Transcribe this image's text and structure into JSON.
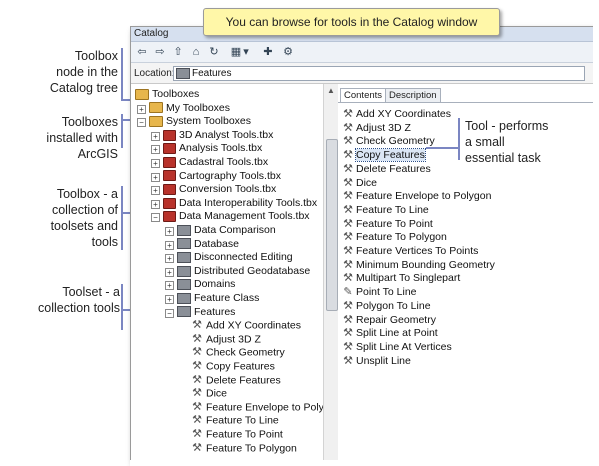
{
  "callout": "You can browse for tools in the Catalog window",
  "window": {
    "title": "Catalog"
  },
  "toolbar": {
    "icons": [
      "back-arrow-icon",
      "forward-arrow-icon",
      "up-folder-icon",
      "home-icon",
      "refresh-icon",
      "views-icon",
      "dropdown-arrow-icon",
      "connect-folder-icon",
      "options-icon"
    ]
  },
  "location": {
    "label": "Location:",
    "value": "Features"
  },
  "tree": [
    {
      "label": "Toolboxes"
    },
    {
      "label": "My Toolboxes"
    },
    {
      "label": "System Toolboxes"
    },
    {
      "label": "3D Analyst Tools.tbx"
    },
    {
      "label": "Analysis Tools.tbx"
    },
    {
      "label": "Cadastral Tools.tbx"
    },
    {
      "label": "Cartography Tools.tbx"
    },
    {
      "label": "Conversion Tools.tbx"
    },
    {
      "label": "Data Interoperability Tools.tbx"
    },
    {
      "label": "Data Management Tools.tbx"
    },
    {
      "label": "Data Comparison"
    },
    {
      "label": "Database"
    },
    {
      "label": "Disconnected Editing"
    },
    {
      "label": "Distributed Geodatabase"
    },
    {
      "label": "Domains"
    },
    {
      "label": "Feature Class"
    },
    {
      "label": "Features"
    },
    {
      "label": "Add XY Coordinates"
    },
    {
      "label": "Adjust 3D Z"
    },
    {
      "label": "Check Geometry"
    },
    {
      "label": "Copy Features"
    },
    {
      "label": "Delete Features"
    },
    {
      "label": "Dice"
    },
    {
      "label": "Feature Envelope to Poly"
    },
    {
      "label": "Feature To Line"
    },
    {
      "label": "Feature To Point"
    },
    {
      "label": "Feature To Polygon"
    }
  ],
  "tabs": [
    "Contents",
    "Description"
  ],
  "contents": [
    "Add XY Coordinates",
    "Adjust 3D Z",
    "Check Geometry",
    "Copy Features",
    "Delete Features",
    "Dice",
    "Feature Envelope to Polygon",
    "Feature To Line",
    "Feature To Point",
    "Feature To Polygon",
    "Feature Vertices To Points",
    "Minimum Bounding Geometry",
    "Multipart To Singlepart",
    "Point To Line",
    "Polygon To Line",
    "Repair Geometry",
    "Split Line at Point",
    "Split Line At Vertices",
    "Unsplit Line"
  ],
  "annotations": {
    "node": "Toolbox\nnode in the\nCatalog tree",
    "installed": "Toolboxes\ninstalled with\nArcGIS",
    "toolbox": "Toolbox - a\ncollection of\ntoolsets and\ntools",
    "toolset": "Toolset - a\ncollection tools",
    "tool": "Tool - performs\na small\nessential task"
  },
  "colors": {
    "callout_bg": "#fff7a8",
    "annotation_line": "#7b86c2",
    "toolbox_red": "#b8322b"
  }
}
